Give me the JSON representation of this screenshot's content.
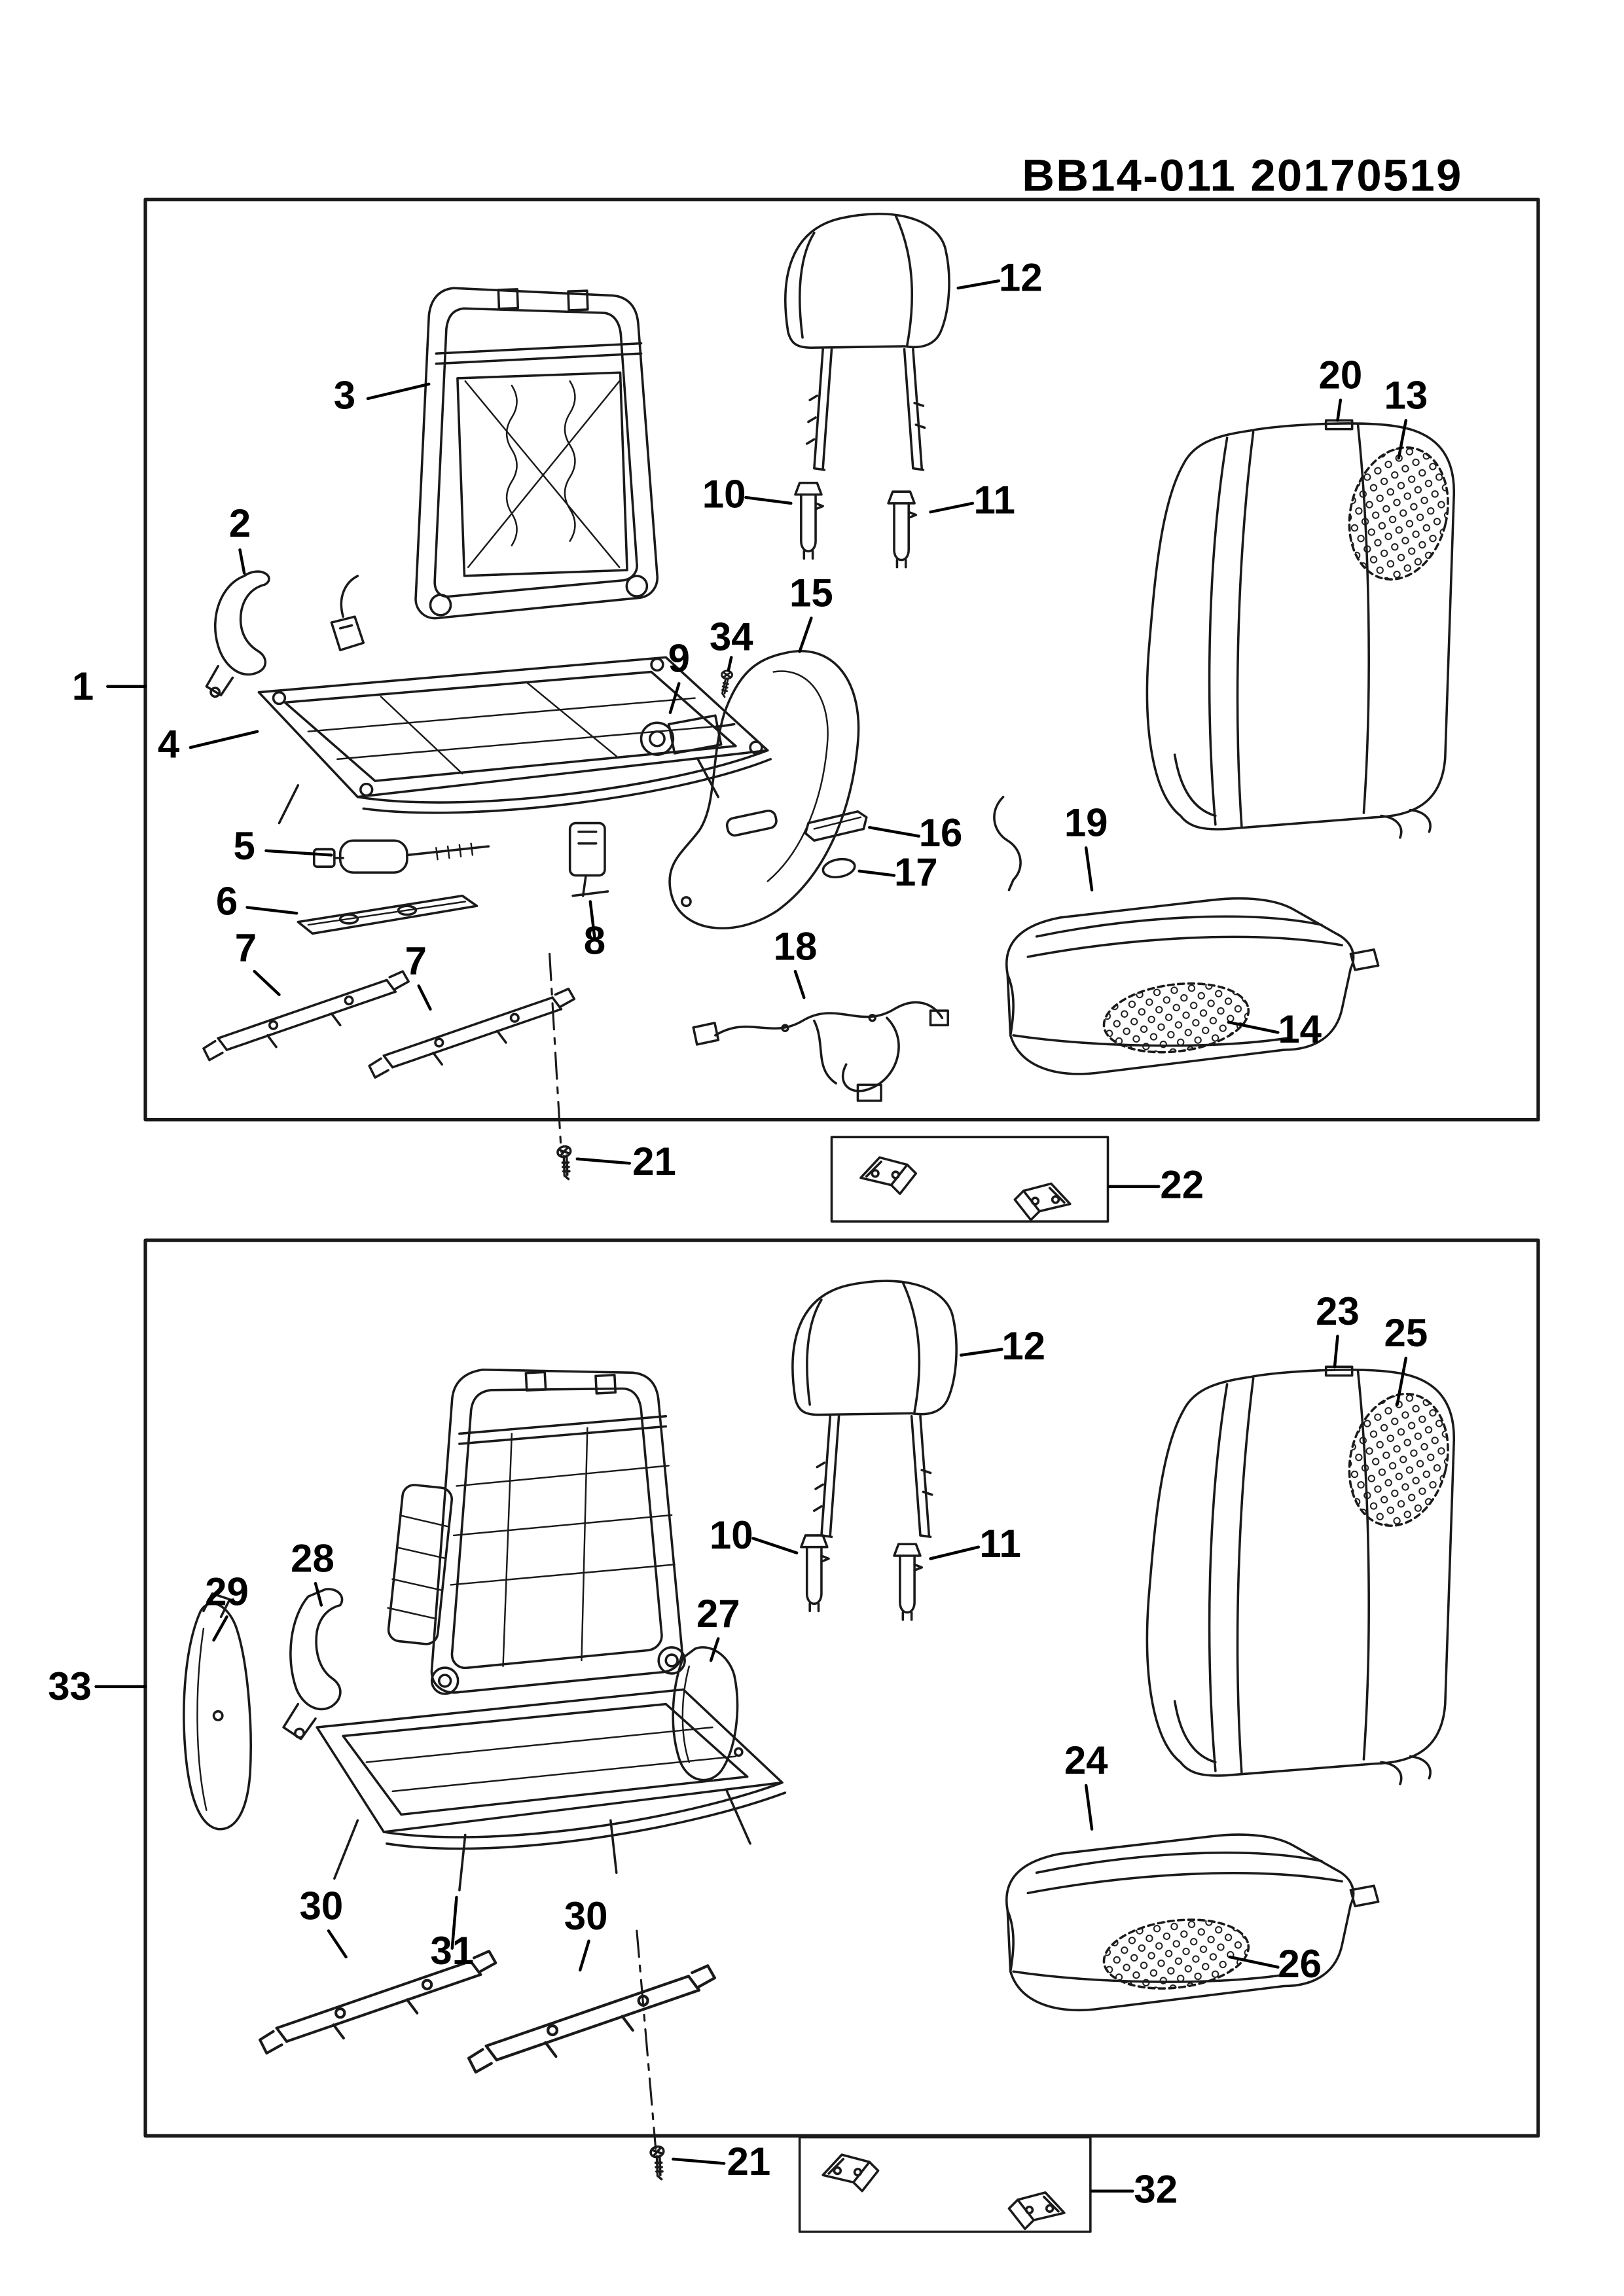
{
  "header": {
    "title": "BB14-011  20170519"
  },
  "colors": {
    "ink": "#1a1a1a",
    "background": "#ffffff"
  },
  "callouts": {
    "top": [
      "1",
      "2",
      "3",
      "4",
      "5",
      "6",
      "7",
      "7",
      "8",
      "9",
      "34",
      "10",
      "11",
      "12",
      "15",
      "16",
      "17",
      "18",
      "19",
      "20",
      "13",
      "14",
      "21",
      "22"
    ],
    "bottom": [
      "33",
      "29",
      "28",
      "27",
      "12",
      "10",
      "11",
      "23",
      "25",
      "24",
      "26",
      "30",
      "31",
      "30",
      "21",
      "32"
    ]
  }
}
